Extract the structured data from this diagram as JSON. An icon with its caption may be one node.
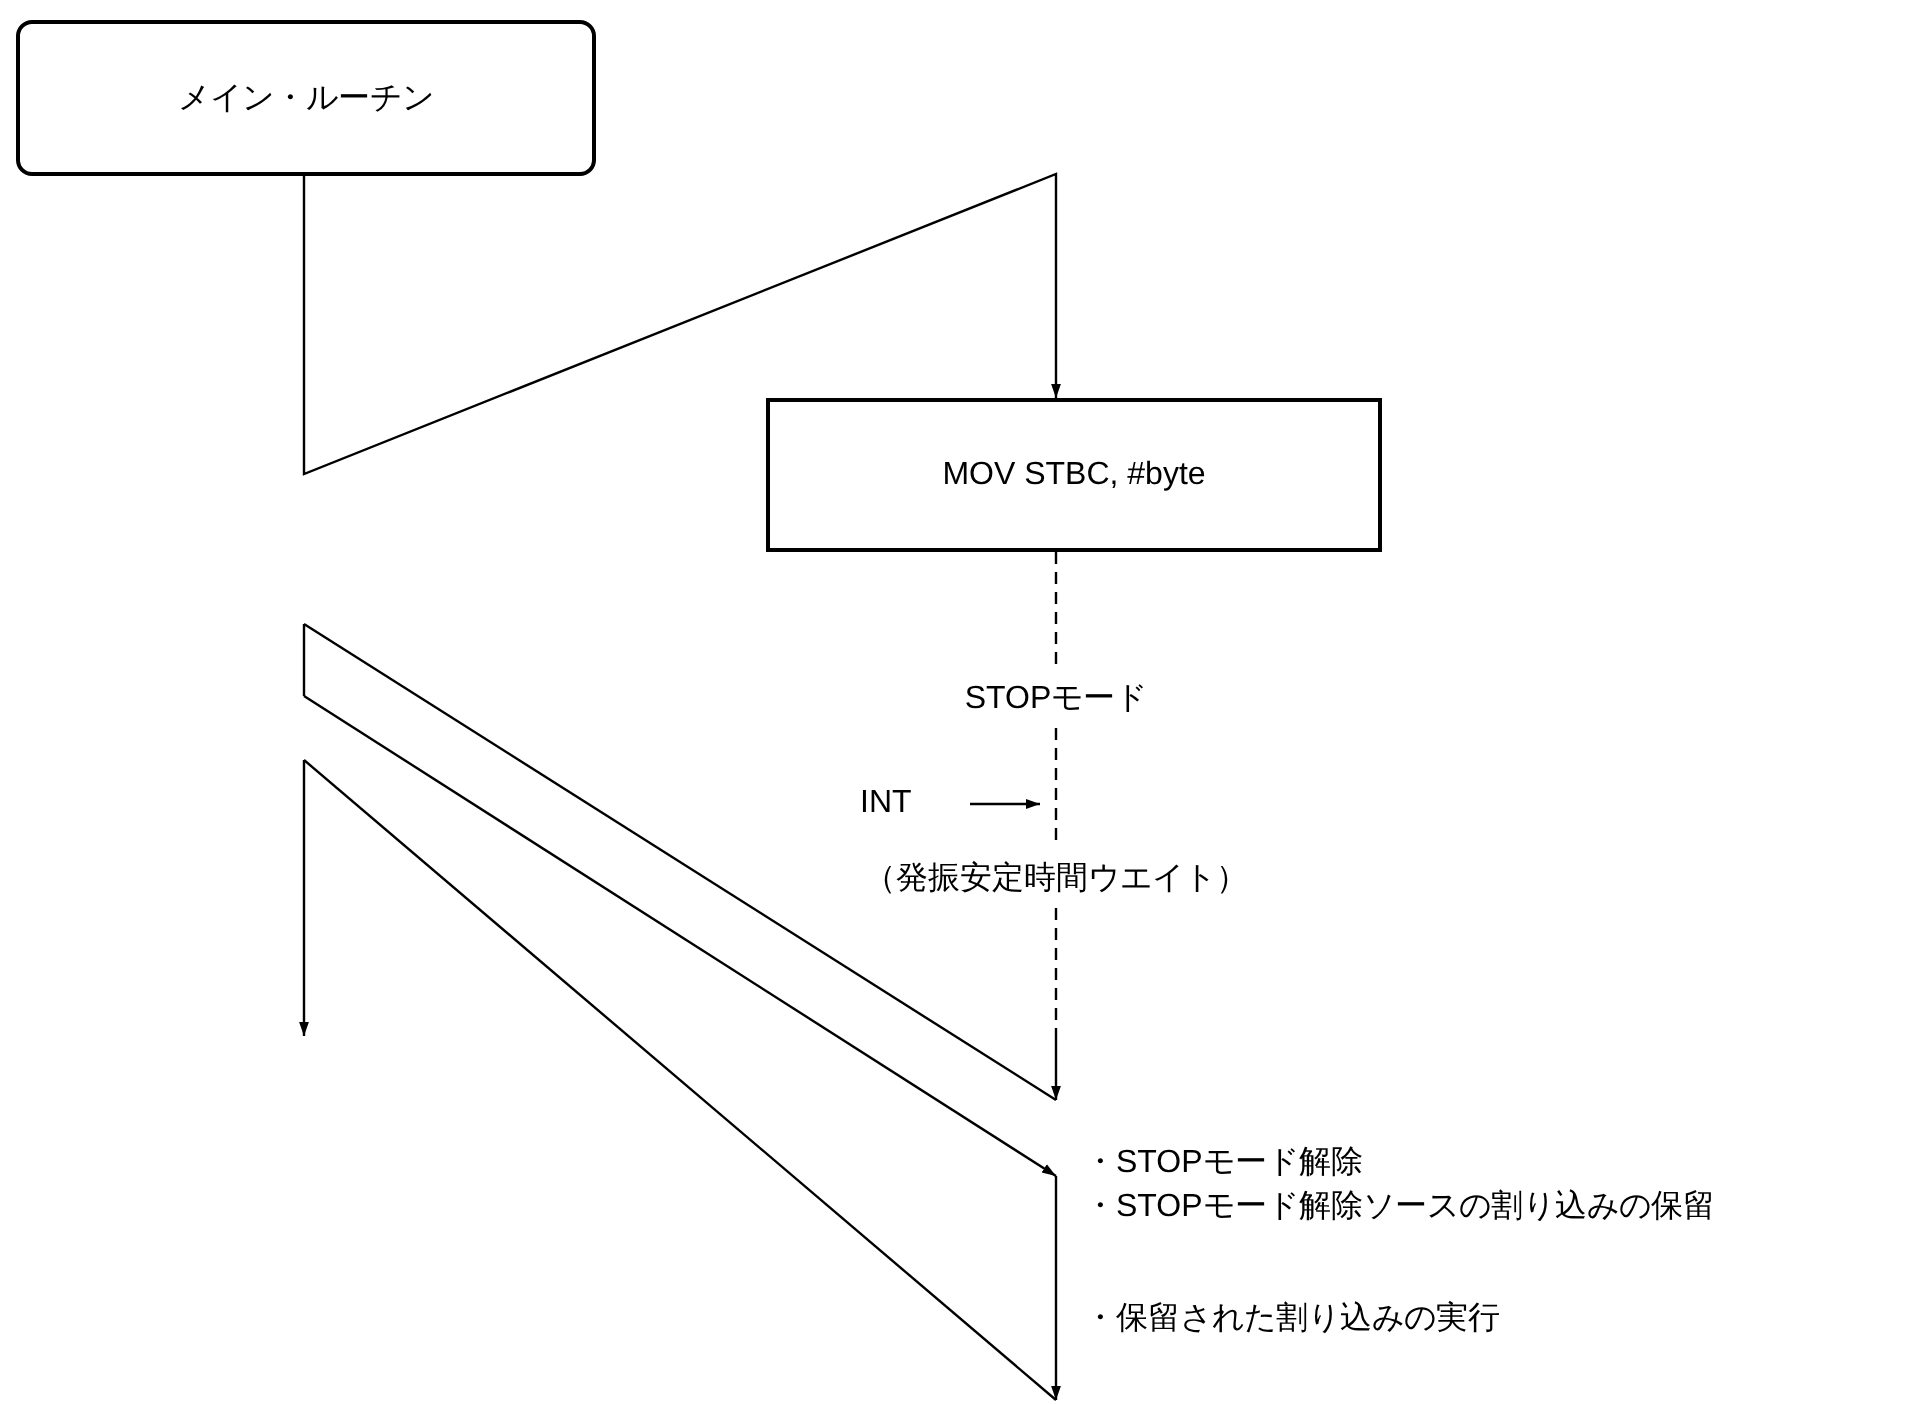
{
  "diagram": {
    "nodes": [
      {
        "text": [
          "メイン・ルーチン"
        ]
      },
      {
        "text": [
          "MOV STBC, #byte"
        ]
      }
    ],
    "edges": [
      {
        "from": 0,
        "to": 1,
        "arrow": "to"
      }
    ],
    "labels": [
      "STOPモード",
      "INT",
      "（発振安定時間ウエイト）",
      "・STOPモード解除",
      "・STOPモード解除ソースの割り込みの保留",
      "・保留された割り込みの実行"
    ]
  }
}
